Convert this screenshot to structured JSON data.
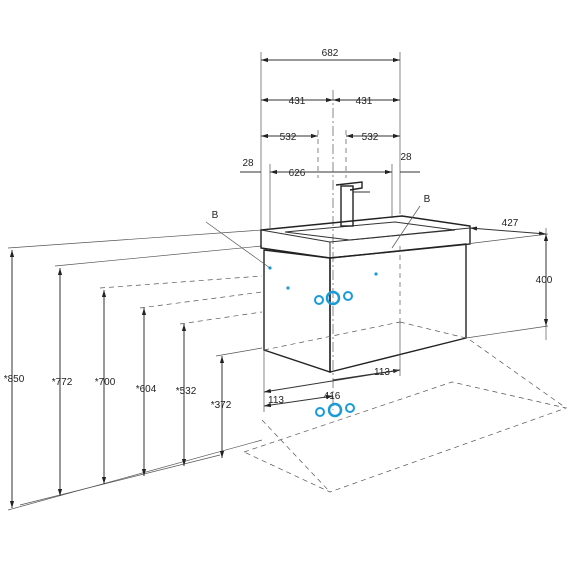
{
  "dimensions": {
    "total_width": "682",
    "half_left": "431",
    "half_right": "431",
    "inner_left": "532",
    "inner_right": "532",
    "bowl_width": "626",
    "side_left": "28",
    "side_right": "28",
    "depth": "427",
    "height": "400",
    "bottom_width": "416",
    "bottom_left": "113",
    "bottom_right": "113",
    "h850": "*850",
    "h772": "*772",
    "h700": "*700",
    "h604": "*604",
    "h532": "*532",
    "h372": "*372"
  },
  "labels": {
    "b_left": "B",
    "b_right": "B"
  },
  "colors": {
    "line": "#333333",
    "connection": "#1a9bd7"
  }
}
